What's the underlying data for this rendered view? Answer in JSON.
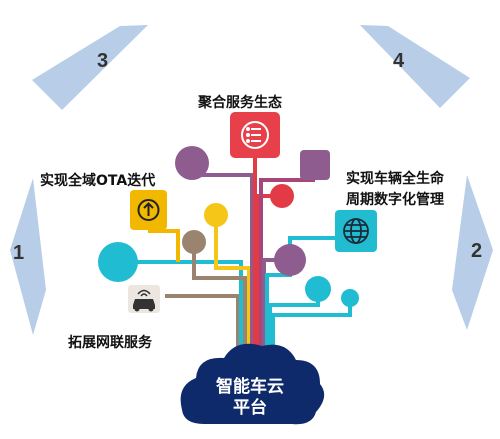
{
  "diagram": {
    "hub": {
      "line1": "智能车云",
      "line2": "平台"
    },
    "capabilities": [
      {
        "id": "service-ecosystem",
        "label": "聚合服务生态",
        "icon": "list-circle-icon",
        "color": "#e8404a"
      },
      {
        "id": "ota-iteration",
        "label": "实现全域OTA迭代",
        "icon": "upload-arrow-icon",
        "color": "#f2b800"
      },
      {
        "id": "vehicle-lifecycle",
        "label_line1": "实现车辆全生命",
        "label_line2": "周期数字化管理",
        "icon": "globe-chip-icon",
        "color": "#22bcd0"
      },
      {
        "id": "connected-services",
        "label": "拓展网联服务",
        "icon": "connected-car-icon",
        "color": "#6b5a4a"
      }
    ],
    "ring_numbers": [
      "1",
      "2",
      "3",
      "4"
    ],
    "colors": {
      "cloud": "#0f2a6b",
      "ring": "#b8cde8",
      "purple": "#8e5c8e",
      "gold": "#f5c518",
      "brown": "#9a8470",
      "cyan": "#1fbcd2",
      "red": "#e23b46",
      "magenta": "#a8457a"
    }
  }
}
